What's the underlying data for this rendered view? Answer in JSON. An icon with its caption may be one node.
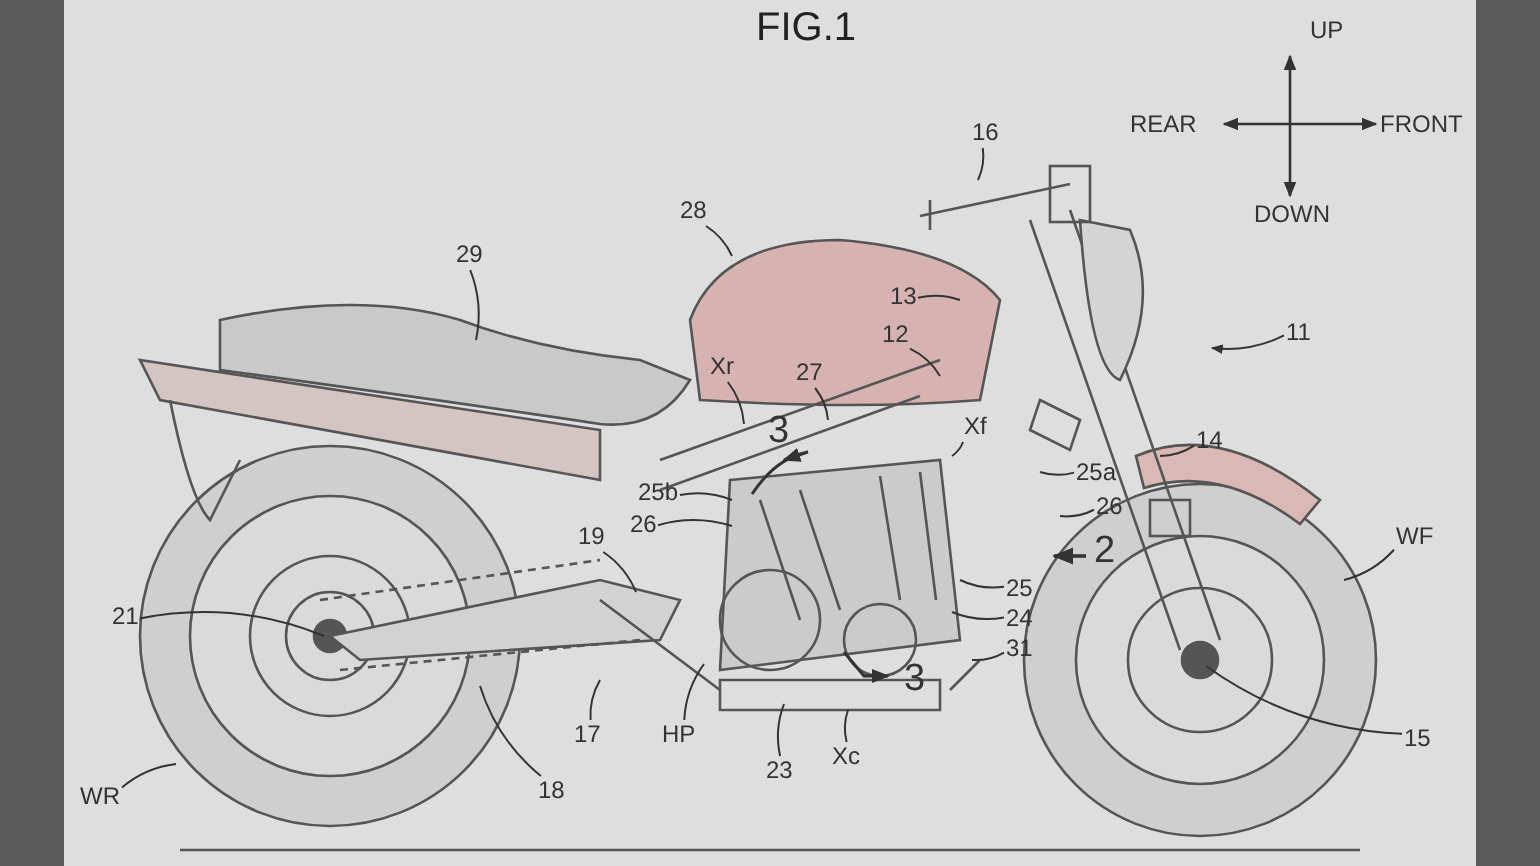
{
  "diagram": {
    "title": "FIG.1",
    "nodes": [
      {
        "text": [
          "16"
        ]
      },
      {
        "text": [
          "28"
        ]
      },
      {
        "text": [
          "29"
        ]
      },
      {
        "text": [
          "13"
        ]
      },
      {
        "text": [
          "12"
        ]
      },
      {
        "text": [
          "11"
        ]
      },
      {
        "text": [
          "Xr"
        ]
      },
      {
        "text": [
          "27"
        ]
      },
      {
        "text": [
          "14"
        ]
      },
      {
        "text": [
          "Xf"
        ]
      },
      {
        "text": [
          "25a"
        ]
      },
      {
        "text": [
          "25b"
        ]
      },
      {
        "text": [
          "26"
        ]
      },
      {
        "text": [
          "26"
        ]
      },
      {
        "text": [
          "19"
        ]
      },
      {
        "text": [
          "WF"
        ]
      },
      {
        "text": [
          "25"
        ]
      },
      {
        "text": [
          "24"
        ]
      },
      {
        "text": [
          "21"
        ]
      },
      {
        "text": [
          "31"
        ]
      },
      {
        "text": [
          "17"
        ]
      },
      {
        "text": [
          "HP"
        ]
      },
      {
        "text": [
          "15"
        ]
      },
      {
        "text": [
          "Xc"
        ]
      },
      {
        "text": [
          "23"
        ]
      },
      {
        "text": [
          "18"
        ]
      },
      {
        "text": [
          "WR"
        ]
      }
    ],
    "edges": [
      {
        "from": 0,
        "to": null,
        "arrow": "none"
      },
      {
        "from": 1,
        "to": null,
        "arrow": "none"
      },
      {
        "from": 2,
        "to": null,
        "arrow": "none"
      },
      {
        "from": 3,
        "to": null,
        "arrow": "none"
      },
      {
        "from": 4,
        "to": null,
        "arrow": "none"
      },
      {
        "from": 5,
        "to": null,
        "arrow": "to"
      },
      {
        "from": 6,
        "to": null,
        "arrow": "none"
      },
      {
        "from": 7,
        "to": null,
        "arrow": "none"
      },
      {
        "from": 8,
        "to": null,
        "arrow": "none"
      },
      {
        "from": 9,
        "to": null,
        "arrow": "none"
      },
      {
        "from": 10,
        "to": null,
        "arrow": "none"
      },
      {
        "from": 11,
        "to": null,
        "arrow": "none"
      },
      {
        "from": 12,
        "to": null,
        "arrow": "none"
      },
      {
        "from": 13,
        "to": null,
        "arrow": "none"
      },
      {
        "from": 14,
        "to": null,
        "arrow": "none"
      },
      {
        "from": 15,
        "to": null,
        "arrow": "none"
      },
      {
        "from": 16,
        "to": null,
        "arrow": "none"
      },
      {
        "from": 17,
        "to": null,
        "arrow": "none"
      },
      {
        "from": 18,
        "to": null,
        "arrow": "none"
      },
      {
        "from": 19,
        "to": null,
        "arrow": "none"
      },
      {
        "from": 20,
        "to": null,
        "arrow": "none"
      },
      {
        "from": 21,
        "to": null,
        "arrow": "none"
      },
      {
        "from": 22,
        "to": null,
        "arrow": "none"
      },
      {
        "from": 23,
        "to": null,
        "arrow": "none"
      },
      {
        "from": 24,
        "to": null,
        "arrow": "none"
      },
      {
        "from": 25,
        "to": null,
        "arrow": "none"
      },
      {
        "from": 26,
        "to": null,
        "arrow": "none"
      }
    ],
    "labels": [
      "UP",
      "REAR",
      "FRONT",
      "DOWN",
      "3",
      "2",
      "3"
    ]
  }
}
